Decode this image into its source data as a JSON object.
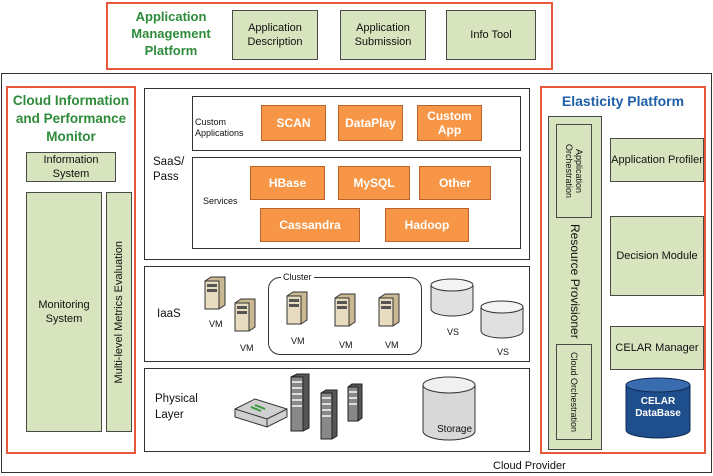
{
  "amp": {
    "title": "Application Management Platform",
    "boxes": [
      "Application Description",
      "Application Submission",
      "Info Tool"
    ]
  },
  "provider_label": "Cloud Provider",
  "cipm": {
    "title": "Cloud Information and Performance Monitor",
    "information_system": "Information System",
    "monitoring_system": "Monitoring System",
    "metrics_evaluation": "Multi-level Metrics Evaluation"
  },
  "saas": {
    "label": "SaaS/ Pass",
    "custom_apps_label": "Custom Applications",
    "custom_apps": [
      "SCAN",
      "DataPlay",
      "Custom App"
    ],
    "services_label": "Services",
    "services_row1": [
      "HBase",
      "MySQL",
      "Other"
    ],
    "services_row2": [
      "Cassandra",
      "Hadoop"
    ]
  },
  "iaas": {
    "label": "IaaS",
    "cluster_label": "Cluster",
    "vm_label": "VM",
    "vs_label": "VS"
  },
  "physical": {
    "label": "Physical Layer",
    "storage_label": "Storage"
  },
  "elasticity": {
    "title": "Elasticity Platform",
    "resource_provisioner": "Resource Provisioner",
    "app_orchestration": "Application Orchestration",
    "cloud_orchestration": "Cloud Orchestration",
    "application_profiler": "Application Profiler",
    "decision_module": "Decision Module",
    "celar_manager": "CELAR Manager",
    "celar_db": "CELAR DataBase"
  },
  "colors": {
    "accent_orange": "#e8593c",
    "service_orange": "#f79646",
    "green_fill": "#d7e4bd",
    "title_green": "#2e8b3a",
    "title_blue": "#1f5fa8",
    "db_blue": "#1f4e8c"
  }
}
